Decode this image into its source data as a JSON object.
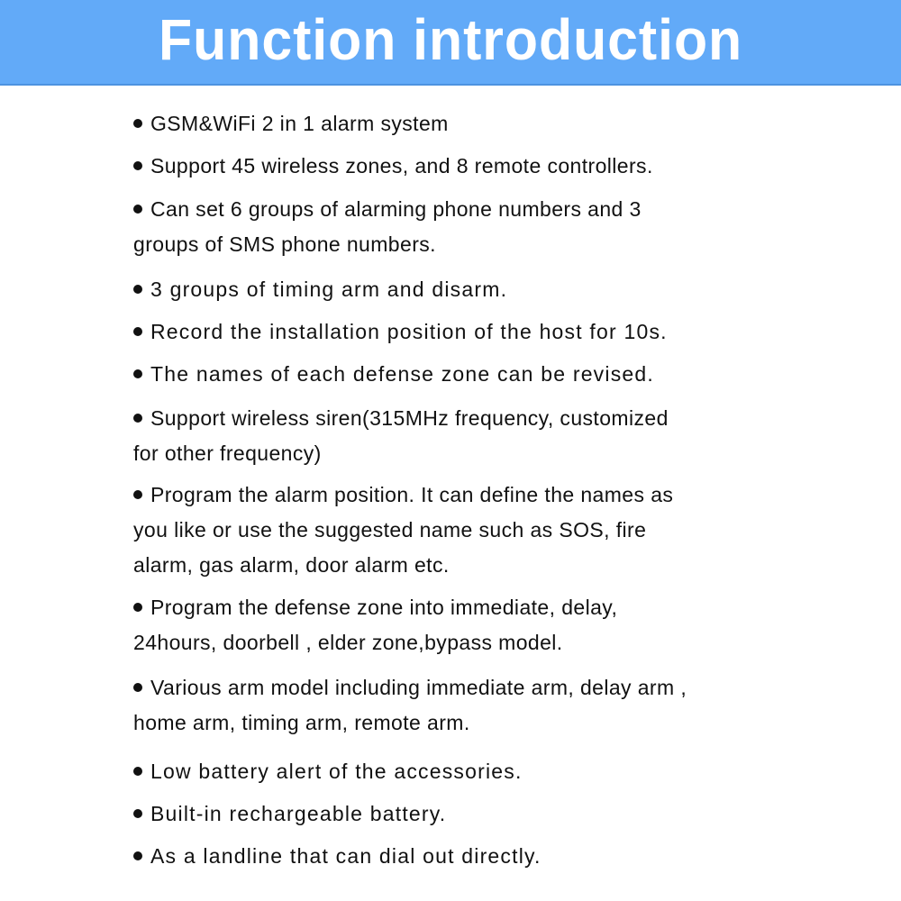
{
  "header": {
    "title": "Function introduction",
    "background_color": "#62aaf8",
    "text_color": "#ffffff"
  },
  "features": [
    {
      "lines": [
        "GSM&WiFi 2 in 1 alarm system"
      ]
    },
    {
      "lines": [
        "Support 45 wireless zones, and 8 remote controllers."
      ]
    },
    {
      "lines": [
        "Can set 6 groups of alarming phone numbers and 3",
        "groups of SMS phone numbers."
      ]
    },
    {
      "lines": [
        "3 groups of timing arm and disarm."
      ]
    },
    {
      "lines": [
        "Record the installation position of the host for 10s."
      ]
    },
    {
      "lines": [
        "The names of each defense zone can be revised."
      ]
    },
    {
      "lines": [
        "Support wireless siren(315MHz frequency, customized",
        "for other frequency)"
      ]
    },
    {
      "lines": [
        "Program the alarm position. It can define the names as",
        "you like or use the suggested name such as SOS, fire",
        "alarm, gas alarm, door alarm etc."
      ]
    },
    {
      "lines": [
        "Program the defense zone into immediate, delay,",
        "24hours, doorbell , elder zone,bypass model."
      ]
    },
    {
      "lines": [
        "Various arm model including immediate arm, delay arm ,",
        "home arm, timing arm, remote arm."
      ]
    },
    {
      "lines": [
        "Low battery alert of the accessories."
      ]
    },
    {
      "lines": [
        "Built-in rechargeable battery."
      ]
    },
    {
      "lines": [
        "As a landline that can dial out directly."
      ]
    }
  ]
}
